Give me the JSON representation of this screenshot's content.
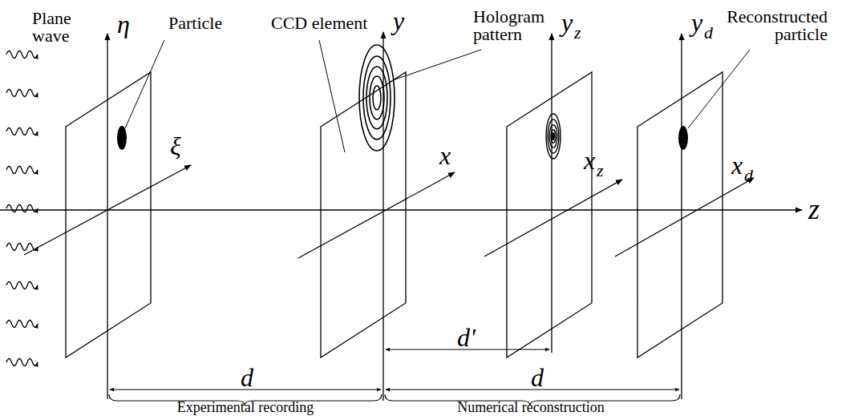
{
  "diagram": {
    "labels": [
      "Plane wave",
      "η",
      "Particle",
      "ξ",
      "CCD element",
      "Hologram pattern",
      "y",
      "x",
      "y",
      "z",
      "x",
      "z",
      "y",
      "d",
      "x",
      "d",
      "Reconstructed particle",
      "z",
      "d",
      "d'",
      "d",
      "Experimental recording",
      "Numerical reconstruction"
    ]
  }
}
